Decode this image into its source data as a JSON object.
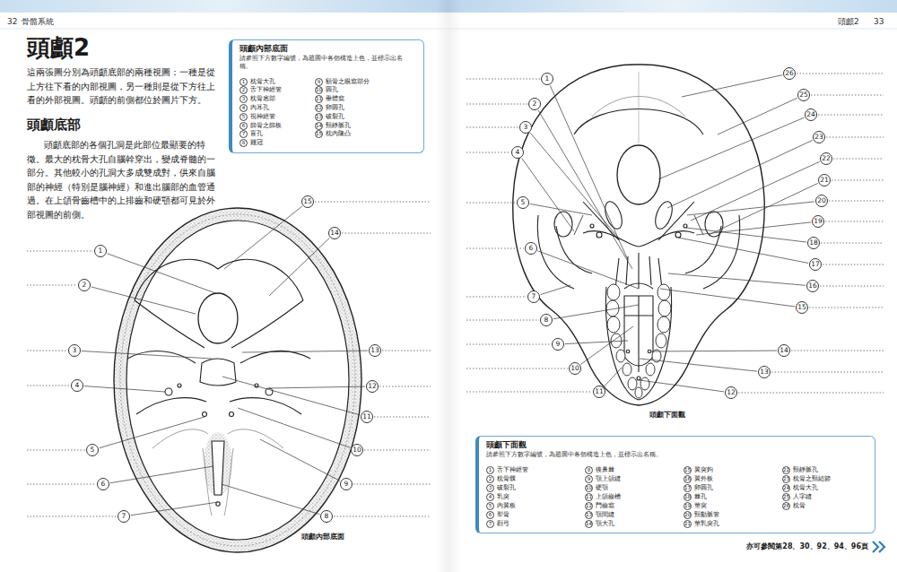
{
  "diagram": {
    "title": "頭顱2",
    "nodes": [
      {
        "text": [
          "頭顱內部底面",
          "請參照下方數字編號，為題圖中各個構造上色，並標示出名稱。"
        ]
      },
      {
        "text": [
          "頭顱下面觀",
          "請參照下方數字編號，為題圖中各個構造上色，並標示出名稱。"
        ]
      }
    ],
    "labels": [
      "32",
      "骨骼系統",
      "頭顱2",
      "33",
      "這兩張圖分別為頭顱底部的兩種視圖：一種是從上方往下看的內部視圖，另一種則是從下方往上看的外部視圖。頭顱的前側都位於圖片下方。",
      "頭顱底部",
      "頭顱底部的各個孔洞是此部位最顯要的特徵。最大的枕骨大孔自腦幹穿出，變成脊髓的一部分。其他較小的孔洞大多成雙成對，供來自腦部的神經（特別是腦神經）和進出腦部的血管通過。在上頜骨齒槽中的上排齒和硬顎都可見於外部視圖的前側。",
      "1",
      "2",
      "3",
      "4",
      "5",
      "6",
      "7",
      "8",
      "9",
      "10",
      "11",
      "12",
      "13",
      "14",
      "15",
      "頭顱內部底面",
      "1",
      "2",
      "3",
      "4",
      "5",
      "6",
      "7",
      "8",
      "9",
      "10",
      "11",
      "12",
      "13",
      "14",
      "15",
      "16",
      "17",
      "18",
      "19",
      "20",
      "21",
      "22",
      "23",
      "24",
      "25",
      "26",
      "頭顱下面觀",
      "1",
      "枕骨大孔",
      "2",
      "舌下神經管",
      "3",
      "枕骨底部",
      "4",
      "內耳孔",
      "5",
      "視神經管",
      "6",
      "篩骨之篩板",
      "7",
      "盲孔",
      "8",
      "雞冠",
      "9",
      "額骨之眼窩部分",
      "10",
      "圓孔",
      "11",
      "垂體窩",
      "12",
      "卵圓孔",
      "13",
      "破裂孔",
      "14",
      "頸靜脈孔",
      "15",
      "枕內隆凸",
      "1",
      "舌下神經管",
      "2",
      "枕骨髁",
      "3",
      "破裂孔",
      "4",
      "乳突",
      "5",
      "內翼板",
      "6",
      "犁骨",
      "7",
      "顴弓",
      "8",
      "後鼻棘",
      "9",
      "顎上頜縫",
      "10",
      "硬顎",
      "11",
      "上頜齒槽",
      "12",
      "門齒窩",
      "13",
      "顎間縫",
      "14",
      "顎大孔",
      "15",
      "翼突鉤",
      "16",
      "翼外板",
      "17",
      "卵圓孔",
      "18",
      "棘孔",
      "19",
      "莖突",
      "20",
      "頸動脈管",
      "21",
      "莖乳突孔",
      "22",
      "頸靜脈孔",
      "23",
      "枕骨之頸結節",
      "24",
      "枕骨大孔",
      "25",
      "人字縫",
      "26",
      "枕骨",
      "亦可參閱第28、30、92、94、96頁"
    ]
  }
}
